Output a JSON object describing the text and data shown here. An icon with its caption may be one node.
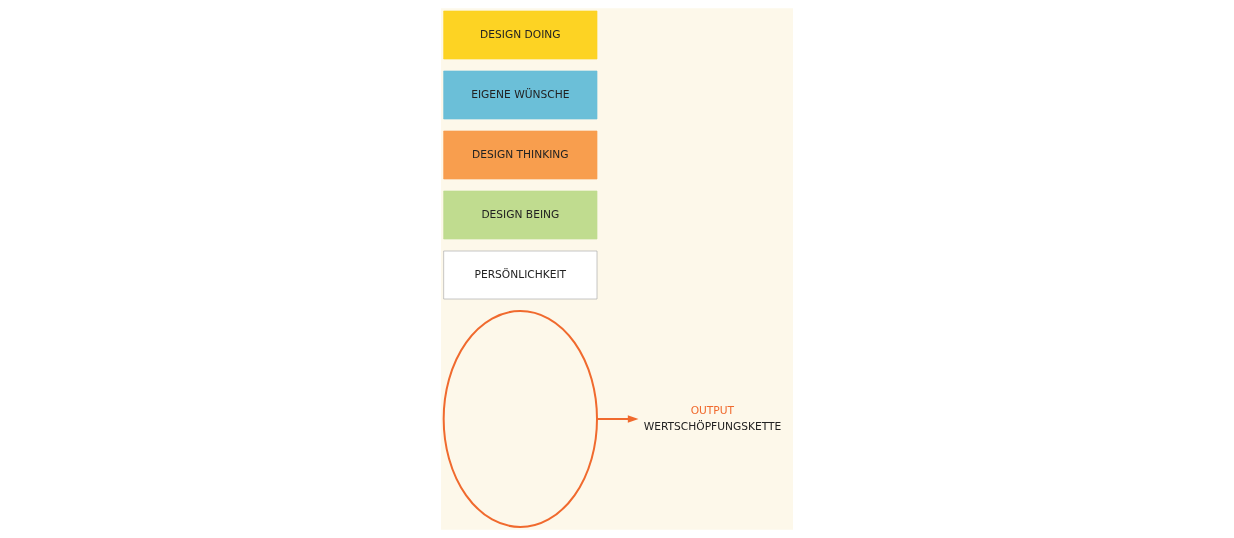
{
  "diagram": {
    "nodes": [
      {
        "text": [],
        "shape": "ellipse"
      },
      {
        "text": [
          "PERSÖNLICHKEIT"
        ]
      },
      {
        "text": [
          "DESIGN BEING"
        ]
      },
      {
        "text": [
          "DESIGN THINKING"
        ]
      },
      {
        "text": [
          "EIGENE WÜNSCHE"
        ]
      },
      {
        "text": [
          "DESIGN DOING"
        ]
      },
      {
        "text": [
          "OUTPUT",
          "WERTSCHÖPFUNGSKETTE"
        ]
      }
    ],
    "edges": [
      {
        "from": 0,
        "to": 6,
        "arrow": "to"
      }
    ]
  }
}
